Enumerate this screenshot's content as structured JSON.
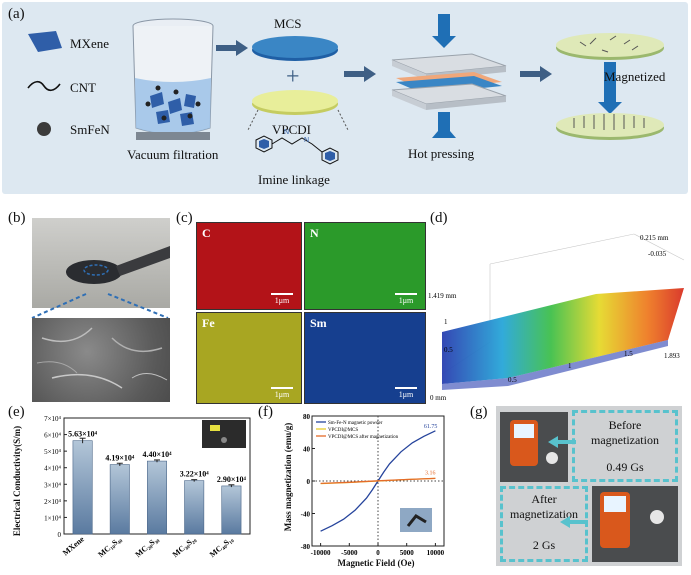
{
  "panel_a": {
    "label": "(a)",
    "legend": [
      {
        "label": "MXene",
        "icon": "mxene-flake-icon"
      },
      {
        "label": "CNT",
        "icon": "cnt-curve-icon"
      },
      {
        "label": "SmFeN",
        "icon": "smfen-sphere-icon"
      }
    ],
    "step_vacuum": "Vacuum filtration",
    "mcs": "MCS",
    "vpcdi": "VPCDI",
    "imine": "Imine linkage",
    "hot_pressing": "Hot pressing",
    "magnetized": "Magnetized",
    "n_label": "N",
    "colors": {
      "background": "#dde8f1",
      "arrow": "#3e5f85",
      "disc_blue": "#3a86c5",
      "disc_yellow": "#e8ee9a",
      "press": "#1f6fb5"
    }
  },
  "panel_b": {
    "label": "(b)"
  },
  "panel_c": {
    "label": "(c)",
    "maps": [
      {
        "element": "C",
        "scale": "1μm",
        "color": "#c4141a"
      },
      {
        "element": "N",
        "scale": "1μm",
        "color": "#2ea52c"
      },
      {
        "element": "Fe",
        "scale": "1μm",
        "color": "#c9c726"
      },
      {
        "element": "Sm",
        "scale": "1μm",
        "color": "#2050b8"
      }
    ]
  },
  "panel_d": {
    "label": "(d)",
    "z_top": "0.215 mm",
    "z_bottom": "-0.035",
    "y_max": "1.419 mm",
    "y_ticks": [
      "1",
      "0.5"
    ],
    "x_ticks": [
      "0 mm",
      "0.5",
      "1",
      "1.5",
      "1.893"
    ]
  },
  "panel_e": {
    "label": "(e)",
    "ylabel": "Electrical Conductivity(S/m)",
    "y_ticks": [
      "0",
      "1×10⁴",
      "2×10⁴",
      "3×10⁴",
      "4×10⁴",
      "5×10⁴",
      "6×10⁴",
      "7×10⁴"
    ],
    "value_labels": [
      "5.63×10⁴",
      "4.19×10⁴",
      "4.40×10⁴",
      "3.22×10⁴",
      "2.90×10⁴"
    ],
    "category_labels": [
      "MXene",
      "MC₁₀S₄₀",
      "MC₂₀S₃₀",
      "MC₃₀S₂₀",
      "MC₄₀S₁₀"
    ]
  },
  "panel_f": {
    "label": "(f)",
    "xlabel": "Magnetic Field (Oe)",
    "ylabel": "Mass magnetization (emu/g)",
    "x_ticks": [
      "-10000",
      "-5000",
      "0",
      "5000",
      "10000"
    ],
    "y_ticks": [
      "-80",
      "-40",
      "0",
      "40",
      "80"
    ],
    "legend": [
      "Sm-Fe-N magnetic powder",
      "VPCDI@MCS",
      "VPCDI@MCS after magnetization"
    ],
    "annotations": [
      "61.75",
      "3.16"
    ]
  },
  "panel_g": {
    "label": "(g)",
    "before_title": "Before magnetization",
    "before_value": "0.49 Gs",
    "after_title": "After magnetization",
    "after_value": "2 Gs"
  },
  "chart_data": [
    {
      "type": "bar",
      "categories": [
        "MXene",
        "MC₁₀S₄₀",
        "MC₂₀S₃₀",
        "MC₃₀S₂₀",
        "MC₄₀S₁₀"
      ],
      "values": [
        56300,
        41900,
        44000,
        32200,
        29000
      ],
      "errors": [
        1500,
        800,
        700,
        600,
        700
      ],
      "ylabel": "Electrical Conductivity(S/m)",
      "ylim": [
        0,
        70000
      ],
      "colors": {
        "bar_top": "#b3c6d8",
        "bar_bottom": "#5a7aa0"
      }
    },
    {
      "type": "line",
      "xlabel": "Magnetic Field (Oe)",
      "ylabel": "Mass magnetization (emu/g)",
      "xlim": [
        -11500,
        11500
      ],
      "ylim": [
        -80,
        80
      ],
      "series": [
        {
          "name": "Sm-Fe-N magnetic powder",
          "color": "#26449c",
          "x": [
            -10000,
            -8000,
            -6000,
            -4000,
            -2000,
            -1000,
            0,
            1000,
            2000,
            4000,
            6000,
            8000,
            10000
          ],
          "y": [
            -61.75,
            -55,
            -47,
            -36,
            -21,
            -11,
            0,
            11,
            21,
            36,
            47,
            55,
            61.75
          ]
        },
        {
          "name": "VPCDI@MCS",
          "color": "#e8cb2c",
          "x": [
            -10000,
            -5000,
            0,
            5000,
            10000
          ],
          "y": [
            -3.16,
            -1.8,
            0,
            1.8,
            3.16
          ]
        },
        {
          "name": "VPCDI@MCS after magnetization",
          "color": "#e46b2a",
          "x": [
            -10000,
            -5000,
            0,
            5000,
            10000
          ],
          "y": [
            -3.0,
            -1.6,
            0.2,
            1.9,
            3.16
          ]
        }
      ]
    }
  ]
}
